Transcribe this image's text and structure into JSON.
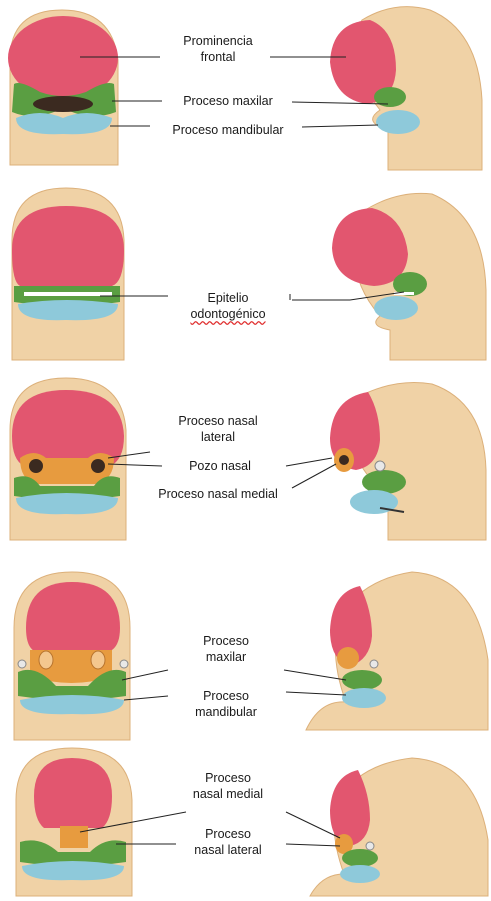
{
  "colors": {
    "skin": "#f0d2a6",
    "skin_dark": "#dcb07a",
    "frontal": "#e2566f",
    "maxillary": "#5a9e42",
    "mandibular": "#8ec9da",
    "nasal": "#e79b3f",
    "line": "#222222"
  },
  "panels": [
    {
      "labels": [
        {
          "lines": [
            "Prominencia",
            "frontal"
          ]
        },
        {
          "lines": [
            "Proceso maxilar"
          ]
        },
        {
          "lines": [
            "Proceso mandibular"
          ]
        }
      ]
    },
    {
      "labels": [
        {
          "lines": [
            "Epitelio",
            "odontogénico"
          ]
        }
      ]
    },
    {
      "labels": [
        {
          "lines": [
            "Proceso nasal",
            "lateral"
          ]
        },
        {
          "lines": [
            "Pozo nasal"
          ]
        },
        {
          "lines": [
            "Proceso nasal medial"
          ]
        }
      ]
    },
    {
      "labels": [
        {
          "lines": [
            "Proceso",
            "maxilar"
          ]
        },
        {
          "lines": [
            "Proceso",
            "mandibular"
          ]
        }
      ]
    },
    {
      "labels": [
        {
          "lines": [
            "Proceso",
            "nasal medial"
          ]
        },
        {
          "lines": [
            "Proceso",
            "nasal lateral"
          ]
        }
      ]
    }
  ]
}
